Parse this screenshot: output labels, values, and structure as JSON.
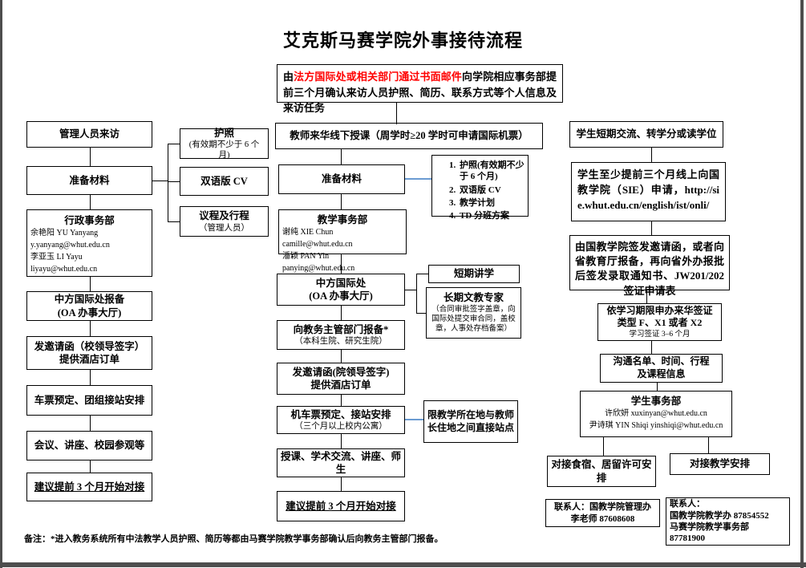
{
  "title": "艾克斯马赛学院外事接待流程",
  "colors": {
    "accent_red": "#ff0000",
    "connector_blue": "#6b9bd2",
    "line_black": "#000000"
  },
  "intro": {
    "prefix": "由",
    "highlight": "法方国际处或相关部门通过书面邮件",
    "rest": "向学院相应事务部提前三个月确认来访人员护照、简历、联系方式等个人信息及来访任务"
  },
  "left": {
    "visit": "管理人员来访",
    "prepare": "准备材料",
    "admin_dept": {
      "title": "行政事务部",
      "contacts": [
        "余艳阳 YU Yanyang",
        "y.yanyang@whut.edu.cn",
        "李亚玉 LI Yayu　liyayu@whut.edu.cn"
      ]
    },
    "report_line1": "中方国际处报备",
    "report_line2": "(OA 办事大厅)",
    "invite_line1": "发邀请函（校领导签字）",
    "invite_line2": "提供酒店订单",
    "tickets": "车票预定、团组接站安排",
    "events": "会议、讲座、校园参观等",
    "advice": "建议提前 3 个月开始对接",
    "materials": [
      {
        "title": "护照",
        "sub": "(有效期不少于 6 个月)"
      },
      {
        "title": "双语版 CV",
        "sub": ""
      },
      {
        "title": "议程及行程",
        "sub": "（管理人员）"
      }
    ]
  },
  "middle": {
    "header": "教师来华线下授课（周学时≥20 学时可申请国际机票）",
    "prepare": "准备材料",
    "materials": [
      "护照(有效期不少于 6 个月)",
      "双语版 CV",
      "教学计划",
      "TD 分班方案"
    ],
    "teach_dept": {
      "title": "教学事务部",
      "contacts": [
        "谢纯 XIE Chun camille@whut.edu.cn",
        "潘颖 PAN Yin panying@whut.edu.cn"
      ]
    },
    "intl_line1": "中方国际处",
    "intl_line2": "(OA 办事大厅)",
    "short_term": "短期讲学",
    "long_term_title": "长期文教专家",
    "long_term_sub": "（合同审批签字盖章，向国际处提交审合同，盖校章，人事处存档备案）",
    "report_line1": "向教务主管部门报备*",
    "report_line2": "（本科生院、研究生院）",
    "invite_line1": "发邀请函(院领导签字)",
    "invite_line2": "提供酒店订单",
    "tickets_line1": "机车票预定、接站安排",
    "tickets_line2": "（三个月以上校内公寓）",
    "station": "限教学所在地与教师长住地之间直接站点",
    "activities": "授课、学术交流、讲座、师生",
    "advice": "建议提前 3 个月开始对接"
  },
  "right": {
    "header": "学生短期交流、转学分或读学位",
    "apply": "学生至少提前三个月线上向国教学院（SIE）申请，http://sie.whut.edu.cn/english/ist/onli/",
    "invite": "由国教学院签发邀请函，或者向省教育厅报备，再向省外办报批后签发录取通知书、JW201/202 签证申请表",
    "visa_line1": "依学习期限申办来华签证",
    "visa_line2": "类型 F、X1 或者 X2",
    "visa_sub": "学习签证 3–6 个月",
    "comm_line1": "沟通名单、时间、行程",
    "comm_line2": "及课程信息",
    "student_dept": {
      "title": "学生事务部",
      "contacts": [
        "许欣妍 xuxinyan@whut.edu.cn",
        "尹诗琪 YIN Shiqi yinshiqi@whut.edu.cn"
      ]
    },
    "board": "对接食宿、居留许可安排",
    "teaching": "对接教学安排",
    "contact1_line1": "联系人：国教学院管理办",
    "contact1_line2": "李老师 87608608",
    "contact2_line1": "联系人：",
    "contact2_line2": "国教学院教学办 87854552",
    "contact2_line3": "马赛学院教学事务部 87781900"
  },
  "footnote": "备注：*进入教务系统所有中法教学人员护照、简历等都由马赛学院教学事务部确认后向教务主管部门报备。"
}
